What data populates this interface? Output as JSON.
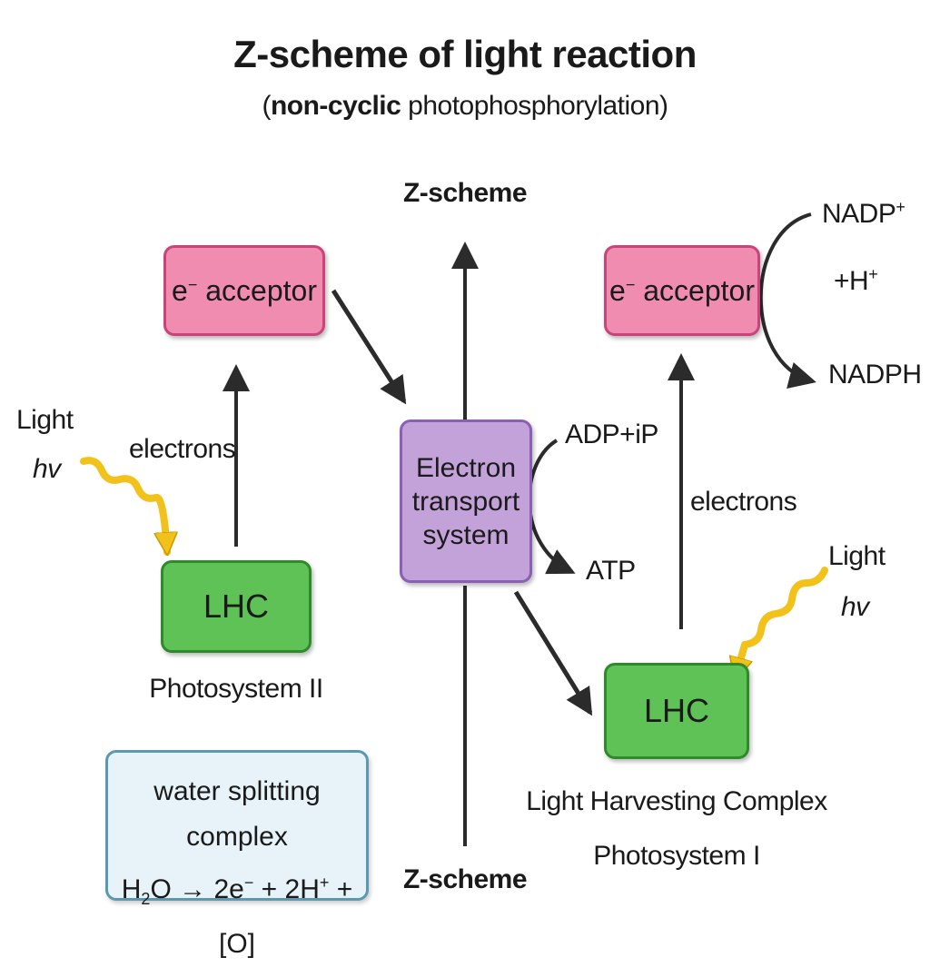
{
  "title": "Z-scheme of light reaction",
  "subtitle": {
    "bold": "non-cyclic",
    "rest": "photophosphorylation",
    "open": "(",
    "close": ")"
  },
  "axis": {
    "top_label": "Z-scheme",
    "bottom_label": "Z-scheme"
  },
  "left": {
    "acceptor": {
      "e": "e",
      "sup": "−",
      "text": "acceptor"
    },
    "electrons_label": "electrons",
    "light": {
      "word": "Light",
      "symbol": "hv"
    },
    "lhc_label": "LHC",
    "photosystem_label": "Photosystem II"
  },
  "center": {
    "ets": {
      "line1": "Electron",
      "line2": "transport",
      "line3": "system"
    },
    "adp_label": "ADP+iP",
    "atp_label": "ATP"
  },
  "right": {
    "acceptor": {
      "e": "e",
      "sup": "−",
      "text": "acceptor"
    },
    "nadp": {
      "base": "NADP",
      "sup": "+"
    },
    "hplus": {
      "base": "+H",
      "sup": "+"
    },
    "nadph_label": "NADPH",
    "electrons_label": "electrons",
    "light": {
      "word": "Light",
      "symbol": "hv"
    },
    "lhc_label": "LHC",
    "caption_line1": "Light Harvesting Complex",
    "caption_line2": "Photosystem I"
  },
  "water_box": {
    "title": "water splitting complex",
    "eq": {
      "h": "H",
      "sub2": "2",
      "o_arrow": "O → 2e",
      "sup_minus": "−",
      "mid": " + 2H",
      "sup_plus": "+",
      "end": " + [O]"
    }
  },
  "colors": {
    "acceptor_fill": "#f08cb0",
    "lhc_fill": "#5fc257",
    "ets_fill": "#c3a2d9",
    "water_fill": "#e7f3f8",
    "light_wave": "#f2c21b",
    "arrow": "#2b2b2b"
  }
}
